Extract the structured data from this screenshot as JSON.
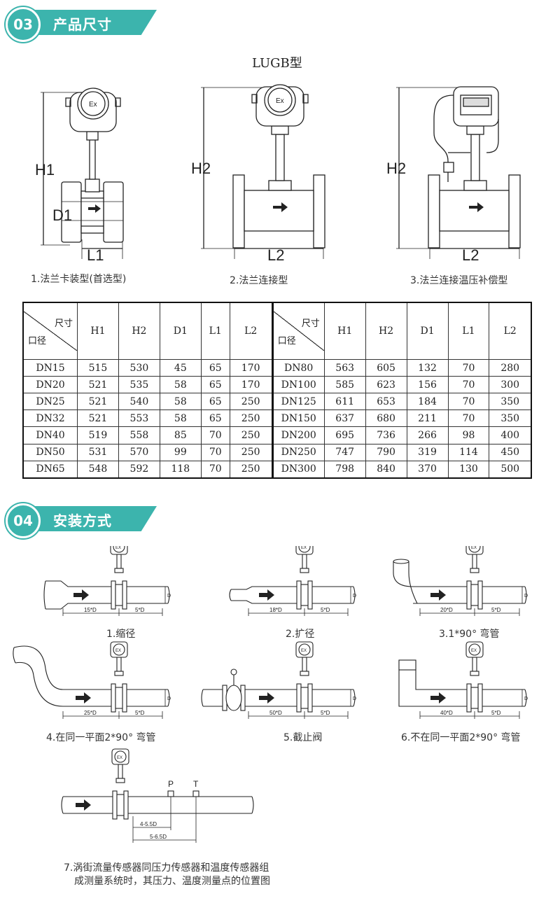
{
  "section3": {
    "number": "03",
    "title": "产品尺寸"
  },
  "model_title": "LUGB型",
  "figures": [
    {
      "caption": "1.法兰卡装型(首选型)",
      "height_label": "H1",
      "diameter_label": "D1",
      "length_label": "L1",
      "badge": "Ex"
    },
    {
      "caption": "2.法兰连接型",
      "height_label": "H2",
      "length_label": "L2",
      "badge": "Ex"
    },
    {
      "caption": "3.法兰连接温压补偿型",
      "height_label": "H2",
      "length_label": "L2"
    }
  ],
  "table": {
    "corner_top": "尺寸",
    "corner_bottom": "口径",
    "columns": [
      "H1",
      "H2",
      "D1",
      "L1",
      "L2"
    ],
    "left_rows": [
      [
        "DN15",
        "515",
        "530",
        "45",
        "65",
        "170"
      ],
      [
        "DN20",
        "521",
        "535",
        "58",
        "65",
        "170"
      ],
      [
        "DN25",
        "521",
        "540",
        "58",
        "65",
        "250"
      ],
      [
        "DN32",
        "521",
        "553",
        "58",
        "65",
        "250"
      ],
      [
        "DN40",
        "519",
        "558",
        "85",
        "70",
        "250"
      ],
      [
        "DN50",
        "531",
        "570",
        "99",
        "70",
        "250"
      ],
      [
        "DN65",
        "548",
        "592",
        "118",
        "70",
        "250"
      ]
    ],
    "right_rows": [
      [
        "DN80",
        "563",
        "605",
        "132",
        "70",
        "280"
      ],
      [
        "DN100",
        "585",
        "623",
        "156",
        "70",
        "300"
      ],
      [
        "DN125",
        "611",
        "653",
        "184",
        "70",
        "350"
      ],
      [
        "DN150",
        "637",
        "680",
        "211",
        "70",
        "350"
      ],
      [
        "DN200",
        "695",
        "736",
        "266",
        "98",
        "400"
      ],
      [
        "DN250",
        "747",
        "790",
        "319",
        "114",
        "450"
      ],
      [
        "DN300",
        "798",
        "840",
        "370",
        "130",
        "500"
      ]
    ]
  },
  "section4": {
    "number": "04",
    "title": "安装方式"
  },
  "installs": [
    {
      "caption": "1.缩径",
      "upstream": "15*D",
      "downstream": "5*D",
      "dim": "D",
      "badge": "EX"
    },
    {
      "caption": "2.扩径",
      "upstream": "18*D",
      "downstream": "5*D",
      "dim": "D",
      "badge": "EX"
    },
    {
      "caption": "3.1*90° 弯管",
      "upstream": "20*D",
      "downstream": "5*D",
      "dim": "D",
      "badge": "EX"
    },
    {
      "caption": "4.在同一平面2*90° 弯管",
      "upstream": "25*D",
      "downstream": "5*D",
      "dim": "D",
      "badge": "EX"
    },
    {
      "caption": "5.截止阀",
      "upstream": "50*D",
      "downstream": "5*D",
      "dim": "D",
      "badge": "EX"
    },
    {
      "caption": "6.不在同一平面2*90° 弯管",
      "upstream": "40*D",
      "downstream": "5*D",
      "dim": "D",
      "badge": "EX"
    }
  ],
  "install7": {
    "label_p": "P",
    "label_t": "T",
    "dim_p": "4-5.5D",
    "dim_t": "5-6.5D",
    "badge": "EX",
    "caption_line1": "7.涡街流量传感器同压力传感器和温度传感器组",
    "caption_line2": "成测量系统时，其压力、温度测量点的位置图"
  },
  "colors": {
    "accent": "#3cb4ad",
    "line": "#222222",
    "pipe_fill": "#ffffff"
  }
}
